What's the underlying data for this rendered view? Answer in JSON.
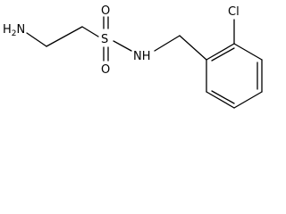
{
  "diagram": {
    "type": "chemical-structure",
    "atoms": {
      "amine": {
        "main": "H",
        "sub": "2",
        "tail": "N"
      },
      "sulfur": "S",
      "oxygen_top": "O",
      "oxygen_bottom": "O",
      "sulfonamide_nh": "NH",
      "chlorine": "Cl"
    },
    "colors": {
      "bond": "#000000",
      "background": "#ffffff"
    }
  }
}
